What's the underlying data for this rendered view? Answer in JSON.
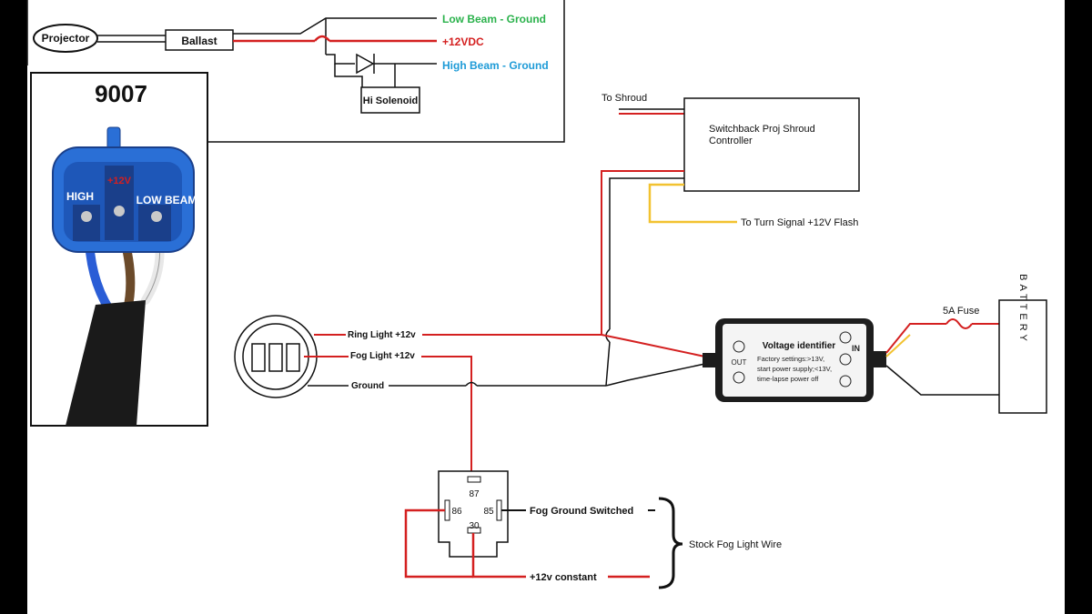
{
  "colors": {
    "background": "#ffffff",
    "letterbox": "#000000",
    "wire_red": "#d42020",
    "wire_black": "#1a1a1a",
    "wire_yellow": "#f2c230",
    "text_green": "#2bb24c",
    "text_red": "#d42020",
    "text_blue": "#1e9bd7",
    "connector_blue": "#2a6fd6"
  },
  "top_harness": {
    "projector_label": "Projector",
    "ballast_label": "Ballast",
    "hi_solenoid_label": "Hi Solenoid",
    "low_beam_label": "Low Beam - Ground",
    "power_label": "+12VDC",
    "high_beam_label": "High Beam - Ground"
  },
  "connector_photo": {
    "title": "9007",
    "pin_high": "HIGH",
    "pin_power": "+12V",
    "pin_low": "LOW BEAM"
  },
  "shroud": {
    "to_shroud_label": "To Shroud",
    "controller_line1": "Switchback Proj Shroud",
    "controller_line2": "Controller",
    "turn_signal_label": "To Turn Signal +12V Flash"
  },
  "light_socket": {
    "ring_light_label": "Ring Light +12v",
    "fog_light_label": "Fog Light +12v",
    "ground_label": "Ground"
  },
  "voltage_identifier": {
    "title": "Voltage identifier",
    "line1": "Factory settings:>13V,",
    "line2": "start power supply;<13V,",
    "line3": "time-lapse power off",
    "in_label": "IN",
    "out_label": "OUT"
  },
  "battery": {
    "label": "BATTERY",
    "fuse_label": "5A Fuse"
  },
  "relay": {
    "pin_87": "87",
    "pin_86": "86",
    "pin_85": "85",
    "pin_30": "30",
    "fog_ground_label": "Fog Ground Switched",
    "constant_label": "+12v constant",
    "stock_wire_label": "Stock Fog Light Wire"
  }
}
